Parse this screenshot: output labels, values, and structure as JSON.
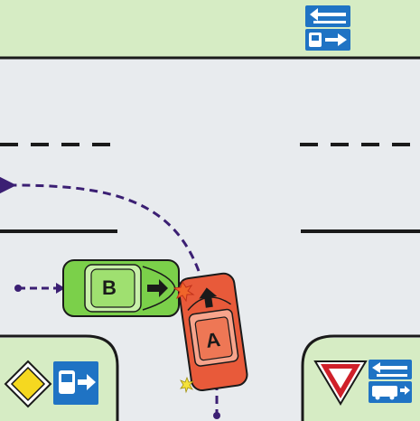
{
  "colors": {
    "grass": "#d6ecc4",
    "road": "#e8ebee",
    "edge": "#1a1a1a",
    "path": "#3b1f73",
    "sign_blue": "#1f73c4",
    "car_a": "#e85a3a",
    "car_b": "#7bd04a",
    "yield_red": "#d0202a",
    "priority_yellow": "#f5d820"
  },
  "signs": {
    "top_right_lane_direction": "lane-direction-sign",
    "bottom_left_priority_road": "priority-road-sign",
    "bottom_left_bus_lane": "bus-lane-sign",
    "bottom_right_give_way": "give-way-sign",
    "bottom_right_lane_direction": "lane-direction-sign"
  },
  "vehicles": {
    "car_a": {
      "label": "A",
      "icon": "arrow-up-icon"
    },
    "car_b": {
      "label": "B",
      "icon": "arrow-right-icon"
    }
  }
}
